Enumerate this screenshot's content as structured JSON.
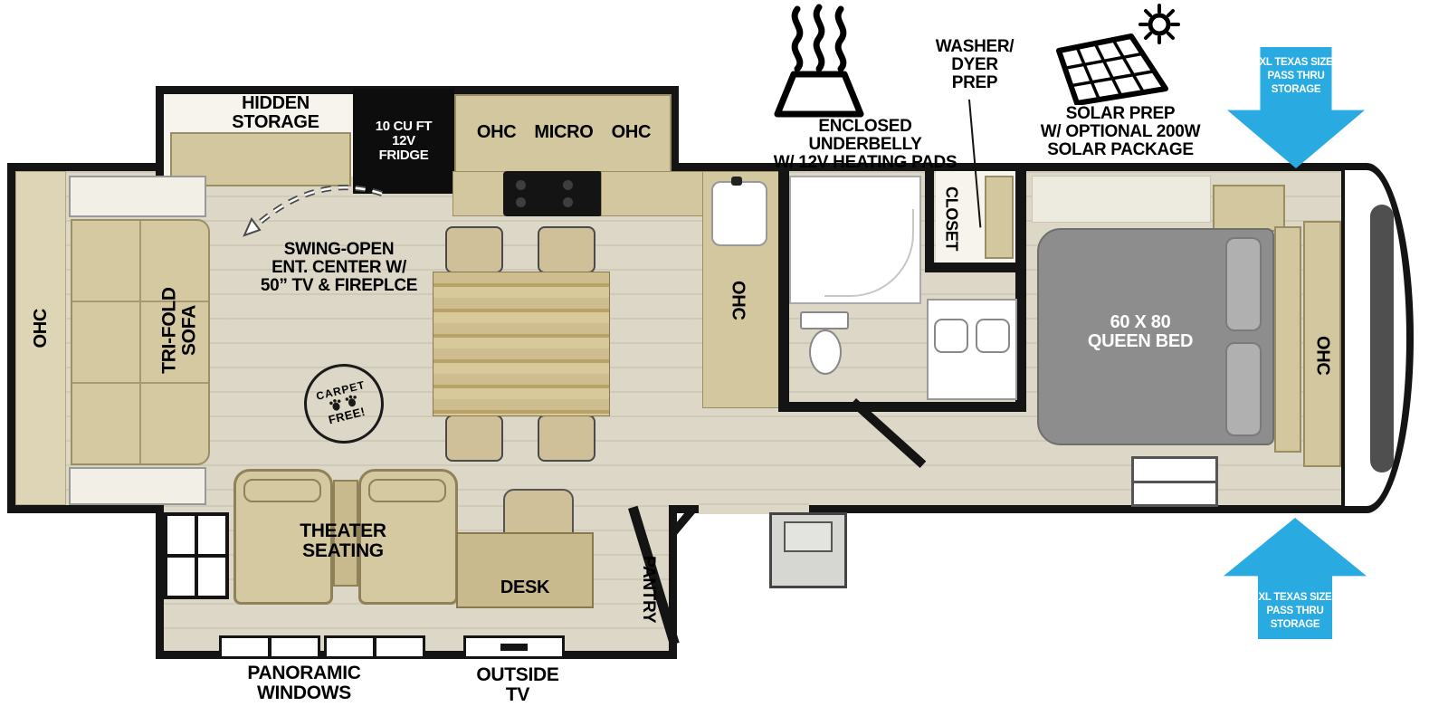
{
  "colors": {
    "arrow_blue": "#29abe2",
    "floor_tan": "#dcd7c6",
    "cabinet_tan": "#d2c79f",
    "bed_gray": "#8d8d8d",
    "wall_black": "#141414"
  },
  "annotations": {
    "underbelly": {
      "lines": [
        "ENCLOSED UNDERBELLY",
        "W/ 12V HEATING PADS"
      ]
    },
    "washer_prep": {
      "lines": [
        "WASHER/",
        "DYER",
        "PREP"
      ]
    },
    "solar": {
      "lines": [
        "SOLAR PREP",
        "W/ OPTIONAL 200W",
        "SOLAR PACKAGE"
      ]
    },
    "pass_thru": {
      "lines": [
        "XL TEXAS SIZE",
        "PASS THRU",
        "STORAGE"
      ]
    },
    "panoramic": {
      "lines": [
        "PANORAMIC",
        "WINDOWS"
      ]
    },
    "outside_tv": {
      "lines": [
        "OUTSIDE",
        "TV"
      ]
    }
  },
  "rooms": {
    "hidden_storage": {
      "lines": [
        "HIDDEN",
        "STORAGE"
      ]
    },
    "fridge": {
      "lines": [
        "10 CU FT",
        "12V",
        "FRIDGE"
      ]
    },
    "kitchen": {
      "ohc_left": "OHC",
      "micro": "MICRO",
      "ohc_right": "OHC"
    },
    "ent_center": {
      "lines": [
        "SWING-OPEN",
        "ENT. CENTER W/",
        "50” TV & FIREPLCE"
      ]
    },
    "ohc_left_wall": "OHC",
    "sofa": {
      "lines": [
        "TRI-FOLD",
        "SOFA"
      ]
    },
    "carpet_free": {
      "top": "CARPET",
      "bottom": "FREE!"
    },
    "ohc_kitchen": "OHC",
    "closet": "CLOSET",
    "bed": {
      "lines": [
        "60 X 80",
        "QUEEN BED"
      ]
    },
    "ohc_bedroom": "OHC",
    "theater": {
      "lines": [
        "THEATER",
        "SEATING"
      ]
    },
    "desk": "DESK",
    "pantry": "PANTRY"
  }
}
